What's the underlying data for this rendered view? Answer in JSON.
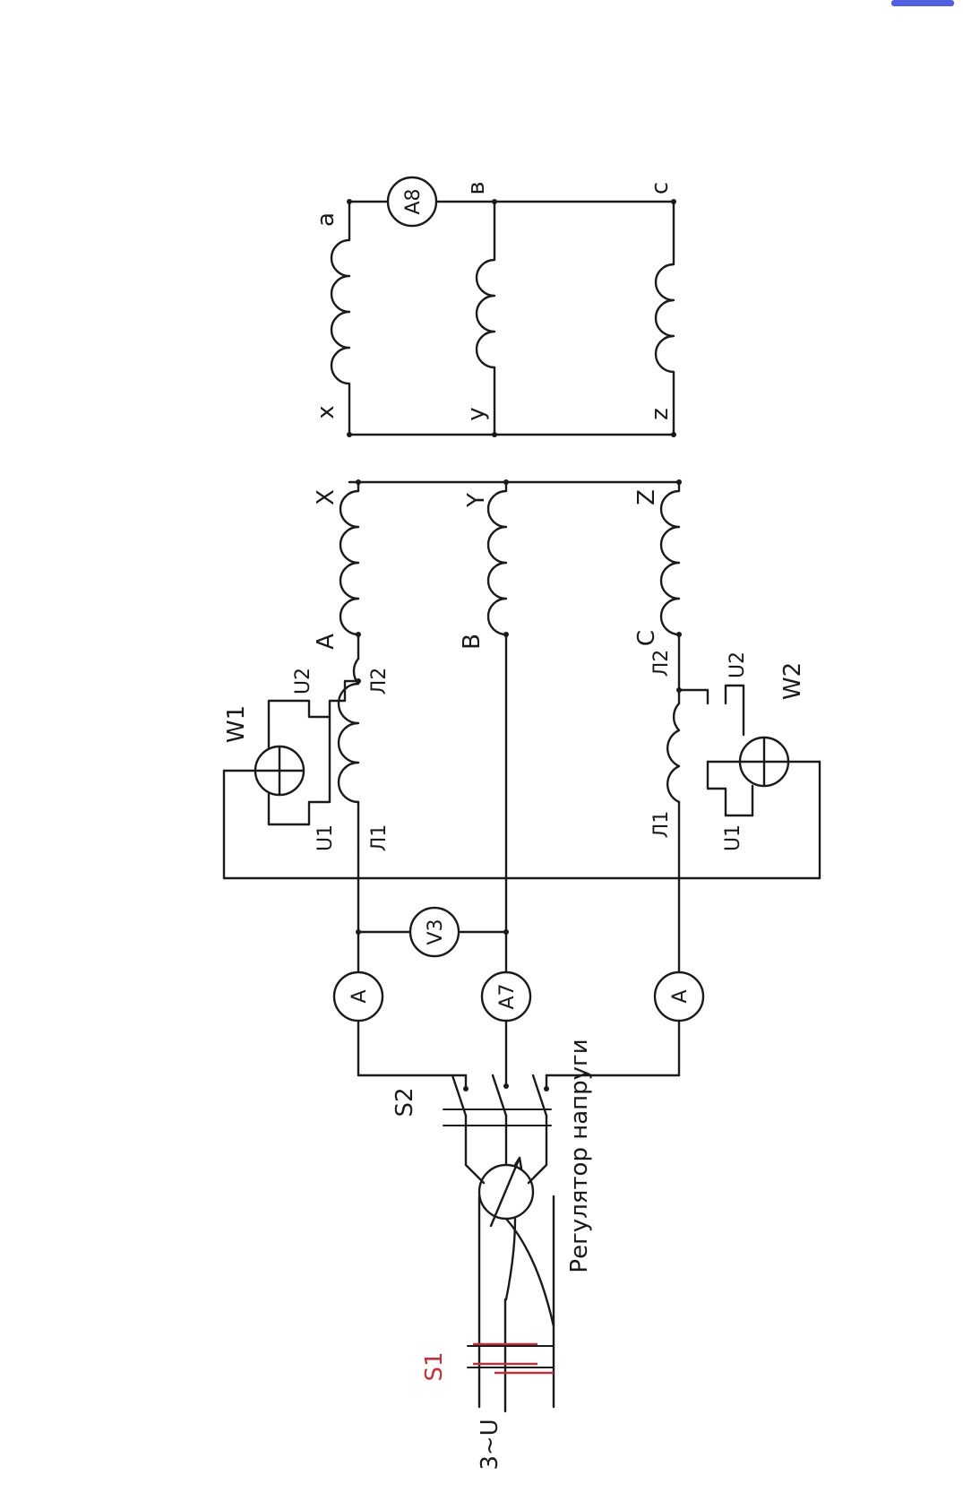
{
  "diagram": {
    "source_label": "3~U",
    "switch_1": "S1",
    "switch_2": "S2",
    "regulator_label": "Регулятор напруги",
    "ammeter_a": "A",
    "ammeter_b": "A7",
    "ammeter_c": "A",
    "voltmeter": "V3",
    "wattmeter_1": "W1",
    "wattmeter_2": "W2",
    "w1_u1": "U1",
    "w1_u2": "U2",
    "w1_l1": "Л1",
    "w1_l2": "Л2",
    "w2_u1": "U1",
    "w2_u2": "U2",
    "w2_l1": "Л1",
    "w2_l2": "Л2",
    "primary_start": [
      "A",
      "B",
      "C"
    ],
    "primary_end": [
      "X",
      "Y",
      "Z"
    ],
    "secondary_start": [
      "a",
      "в",
      "c"
    ],
    "secondary_end": [
      "x",
      "y",
      "z"
    ],
    "secondary_ammeter": "A8",
    "colors": {
      "wire": "#1a1a1a",
      "switch_accent": "#c0303a",
      "corner_mark": "#5060e0"
    }
  }
}
